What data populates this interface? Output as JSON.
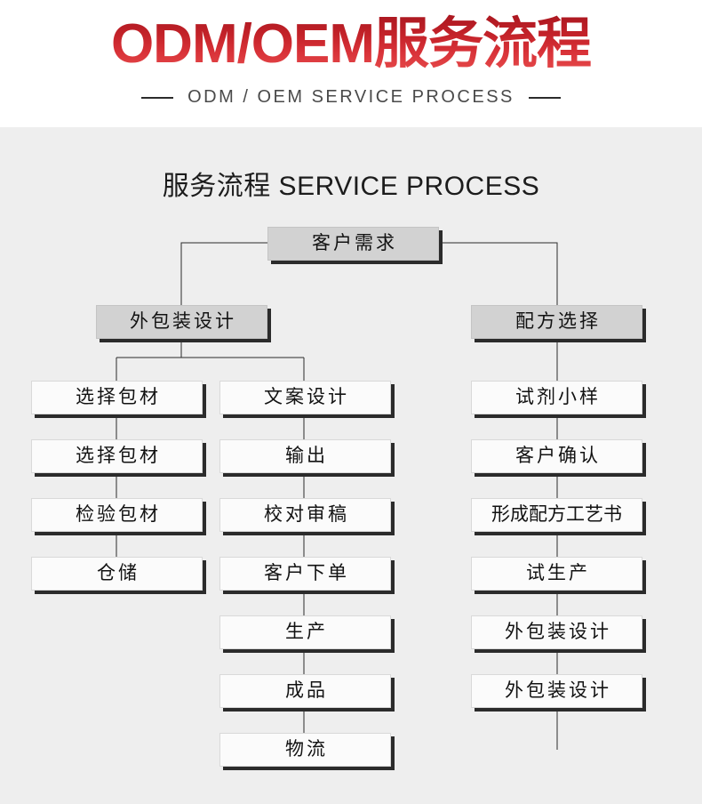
{
  "header": {
    "title": "ODM/OEM服务流程",
    "subtitle": "ODM / OEM SERVICE PROCESS",
    "accent_color": "#c32229",
    "background": "#ffffff"
  },
  "flow": {
    "section_title": "服务流程 SERVICE PROCESS",
    "background": "#eeeeee",
    "node_fill": "#fbfbfb",
    "node_shaded_fill": "#d2d2d2",
    "node_shadow": "#2b2b2b",
    "root": {
      "label": "客户需求"
    },
    "branches": [
      {
        "label": "外包装设计"
      },
      {
        "label": "配方选择"
      }
    ],
    "columns": {
      "left": [
        {
          "label": "选择包材"
        },
        {
          "label": "选择包材"
        },
        {
          "label": "检验包材"
        },
        {
          "label": "仓储"
        }
      ],
      "middle": [
        {
          "label": "文案设计"
        },
        {
          "label": "输出"
        },
        {
          "label": "校对审稿"
        },
        {
          "label": "客户下单"
        },
        {
          "label": "生产"
        },
        {
          "label": "成品"
        },
        {
          "label": "物流"
        }
      ],
      "right": [
        {
          "label": "试剂小样"
        },
        {
          "label": "客户确认"
        },
        {
          "label": "形成配方工艺书"
        },
        {
          "label": "试生产"
        },
        {
          "label": "外包装设计"
        },
        {
          "label": "外包装设计"
        }
      ]
    }
  }
}
